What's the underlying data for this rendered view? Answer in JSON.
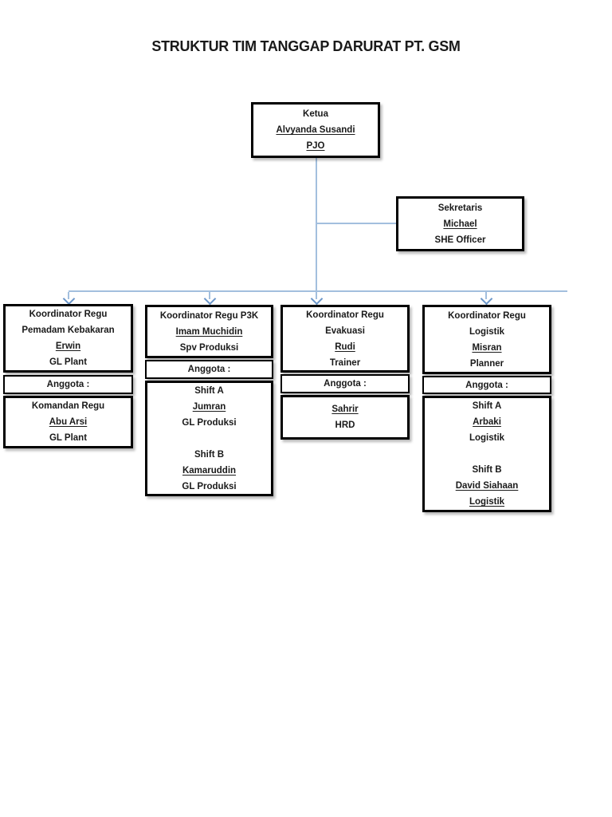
{
  "title": "STRUKTUR TIM TANGGAP DARURAT PT. GSM",
  "colors": {
    "connector_line": "#a3bfde",
    "connector_arrow": "#6b96c9",
    "box_border": "#000000",
    "page_background": "#ffffff",
    "text": "#1a1a1a"
  },
  "org": {
    "ketua": {
      "lines": [
        {
          "t": "Ketua",
          "u": false
        },
        {
          "t": "Alvyanda Susandi",
          "u": true
        },
        {
          "t": "PJO",
          "u": true
        }
      ]
    },
    "sekretaris": {
      "lines": [
        {
          "t": "Sekretaris",
          "u": false
        },
        {
          "t": "Michael",
          "u": true
        },
        {
          "t": "SHE Officer",
          "u": false
        }
      ]
    },
    "teams": {
      "pemadam": {
        "header": [
          {
            "t": "Koordinator Regu",
            "u": false
          },
          {
            "t": "Pemadam Kebakaran",
            "u": false
          },
          {
            "t": "Erwin",
            "u": true
          },
          {
            "t": "GL Plant",
            "u": false
          }
        ],
        "anggota": [
          {
            "t": "Anggota :",
            "u": false
          }
        ],
        "members": [
          {
            "t": "Komandan Regu",
            "u": false
          },
          {
            "t": "Abu Arsi",
            "u": true
          },
          {
            "t": "GL Plant",
            "u": false
          }
        ]
      },
      "p3k": {
        "header": [
          {
            "t": "Koordinator Regu P3K",
            "u": false
          },
          {
            "t": "Imam Muchidin",
            "u": true
          },
          {
            "t": "Spv Produksi",
            "u": false
          }
        ],
        "anggota": [
          {
            "t": "Anggota :",
            "u": false
          }
        ],
        "members": [
          {
            "t": "Shift A",
            "u": false
          },
          {
            "t": "Jumran",
            "u": true
          },
          {
            "t": "GL Produksi",
            "u": false
          },
          {
            "t": "",
            "u": false
          },
          {
            "t": "Shift B",
            "u": false
          },
          {
            "t": "Kamaruddin",
            "u": true
          },
          {
            "t": "GL Produksi",
            "u": false
          }
        ]
      },
      "evakuasi": {
        "header": [
          {
            "t": "Koordinator Regu",
            "u": false
          },
          {
            "t": "Evakuasi",
            "u": false
          },
          {
            "t": "Rudi",
            "u": true
          },
          {
            "t": "Trainer",
            "u": false
          }
        ],
        "anggota": [
          {
            "t": "Anggota :",
            "u": false
          }
        ],
        "members": [
          {
            "t": "Sahrir",
            "u": true
          },
          {
            "t": "HRD",
            "u": false
          }
        ]
      },
      "logistik": {
        "header": [
          {
            "t": "Koordinator Regu",
            "u": false
          },
          {
            "t": "Logistik",
            "u": false
          },
          {
            "t": "Misran",
            "u": true
          },
          {
            "t": "Planner",
            "u": false
          }
        ],
        "anggota": [
          {
            "t": "Anggota :",
            "u": false
          }
        ],
        "members": [
          {
            "t": "Shift A",
            "u": false
          },
          {
            "t": "Arbaki",
            "u": true
          },
          {
            "t": "Logistik",
            "u": false
          },
          {
            "t": "",
            "u": false
          },
          {
            "t": "Shift B",
            "u": false
          },
          {
            "t": "David Siahaan",
            "u": true
          },
          {
            "t": "Logistik",
            "u": true
          }
        ]
      }
    }
  }
}
